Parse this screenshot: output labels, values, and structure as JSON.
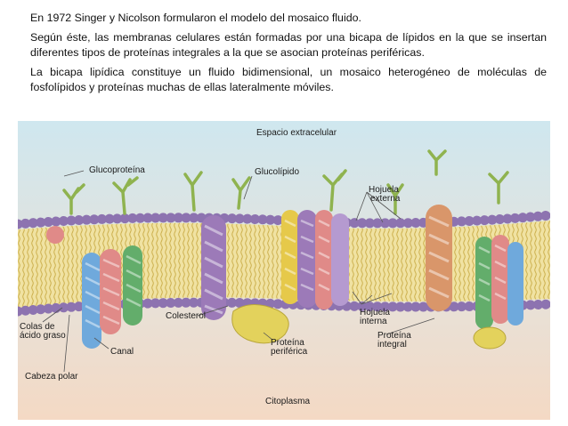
{
  "text": {
    "p1": "En 1972 Singer y Nicolson formularon el modelo del mosaico fluido.",
    "p2": "Según éste, las membranas celulares están formadas por una bicapa de lípidos en la que se insertan diferentes tipos de proteínas integrales a la que se asocian proteínas periféricas.",
    "p3": "La bicapa lipídica constituye un fluido bidimensional, un mosaico heterogéneo de moléculas de fosfolípidos y proteínas muchas de ellas lateralmente móviles."
  },
  "figure": {
    "labels": {
      "extracelular": "Espacio extracelular",
      "glucoproteina": "Glucoproteína",
      "glucolipido": "Glucolípido",
      "hojuela_externa_1": "Hojuela",
      "hojuela_externa_2": "externa",
      "colesterol": "Colesterol",
      "hojuela_interna_1": "Hojuela",
      "hojuela_interna_2": "interna",
      "colas_1": "Colas de",
      "colas_2": "ácido graso",
      "canal": "Canal",
      "periferica_1": "Proteína",
      "periferica_2": "periférica",
      "integral_1": "Proteína",
      "integral_2": "integral",
      "cabeza": "Cabeza polar",
      "citoplasma": "Citoplasma"
    },
    "colors": {
      "background_top": "#cfe7ef",
      "background_bottom": "#f4d9c4",
      "lipid_head": "#9a82b8",
      "lipid_tail": "#e8d27a",
      "protein_pink": "#e08a88",
      "protein_blue": "#6fa9dc",
      "protein_green": "#63ad6b",
      "protein_purple": "#9c7ab8",
      "protein_yellow": "#e6c94a",
      "protein_orange": "#d9966a",
      "peripheral_yellow": "#e3d25c",
      "sugar_green": "#8fb34f"
    }
  }
}
